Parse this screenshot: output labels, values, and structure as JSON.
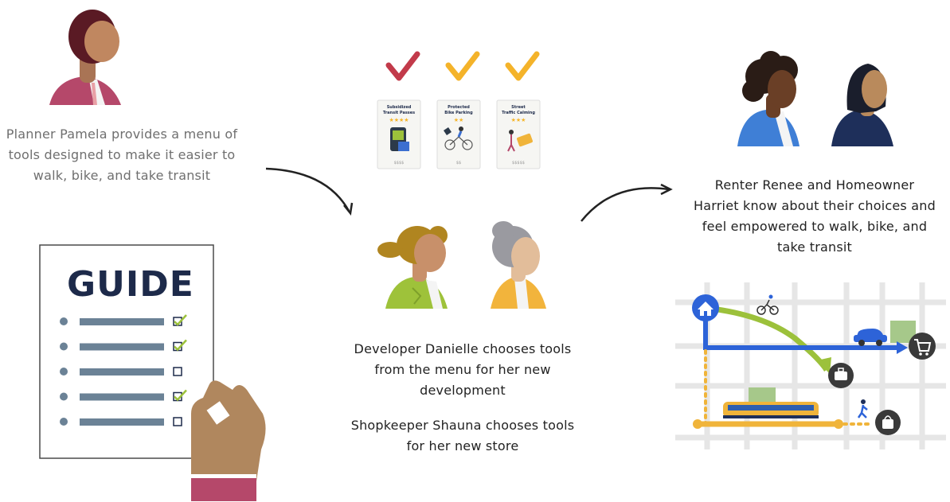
{
  "captions": {
    "planner": "Planner Pamela provides a menu of tools designed to make it easier to walk, bike, and take transit",
    "developer": "Developer Danielle chooses tools from the menu for her new development",
    "shopkeeper": "Shopkeeper Shauna chooses tools for her new store",
    "renters": "Renter Renee and Homeowner Harriet know about their choices and feel empowered to walk, bike, and take transit"
  },
  "guide": {
    "title": "GUIDE",
    "items": [
      {
        "checked": true
      },
      {
        "checked": true
      },
      {
        "checked": false
      },
      {
        "checked": true
      },
      {
        "checked": false
      }
    ]
  },
  "tools": [
    {
      "title_line1": "Subsidized",
      "title_line2": "Transit Passes",
      "stars": "★★★★",
      "price": "$$$$",
      "check_color": "#c23a4a"
    },
    {
      "title_line1": "Protected",
      "title_line2": "Bike Parking",
      "stars": "★★",
      "price": "$$",
      "check_color": "#f4b32a"
    },
    {
      "title_line1": "Street",
      "title_line2": "Traffic Calming",
      "stars": "★★★",
      "price": "$$$$$",
      "check_color": "#f4b32a"
    }
  ],
  "colors": {
    "pamela_shirt": "#b5486a",
    "danielle_shirt": "#9ec23a",
    "shauna_shirt": "#f2b43c",
    "renee_shirt": "#3f7fd6",
    "harriet_shirt": "#1e2f5a",
    "route_blue": "#2d63d8",
    "route_green": "#9cc13b",
    "transit_yellow": "#f0b43a",
    "guide_navy": "#1d2a4a"
  },
  "map_icons": [
    "home-icon",
    "shopping-cart-icon",
    "briefcase-icon",
    "shopping-bag-icon",
    "bicycle-icon",
    "car-icon",
    "train-icon",
    "pedestrian-icon"
  ]
}
